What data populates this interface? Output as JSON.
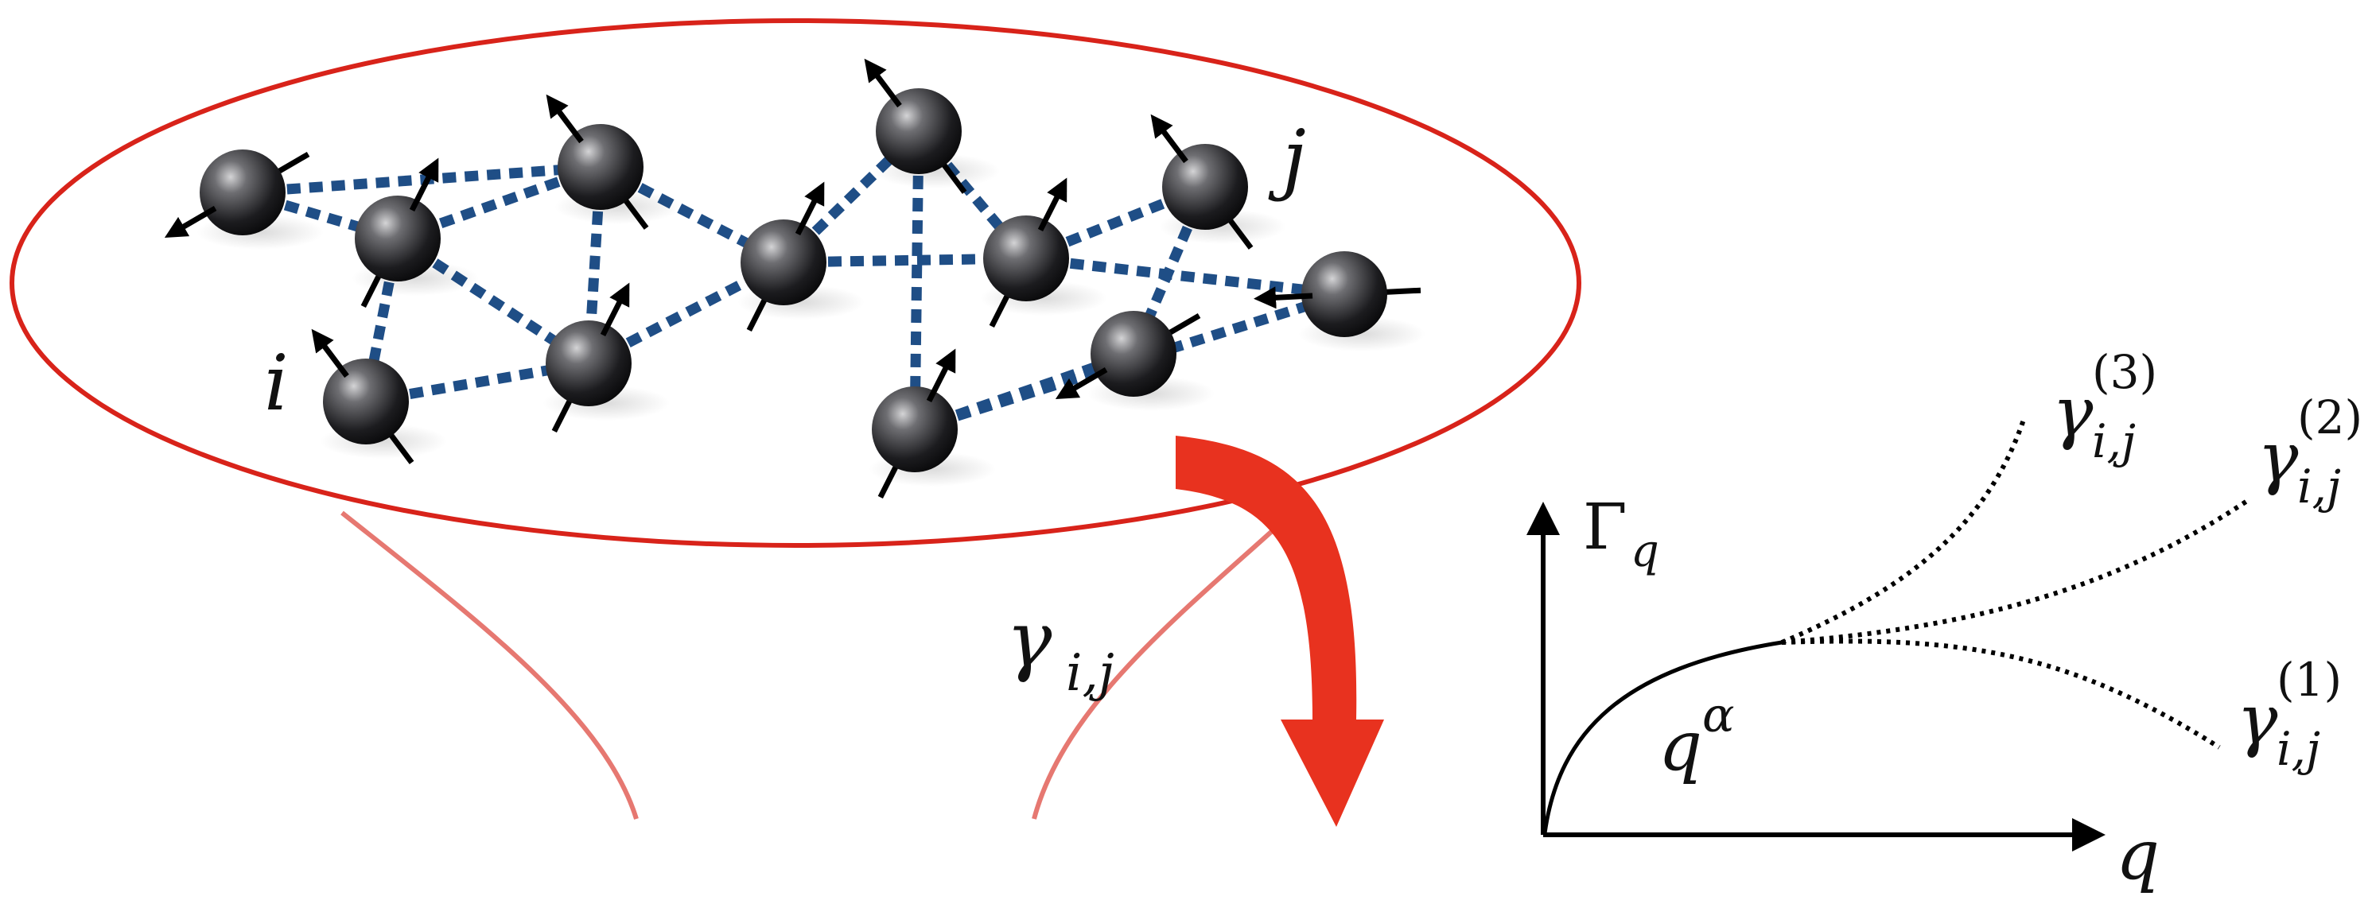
{
  "colors": {
    "background": "#ffffff",
    "ellipse": "#d8231a",
    "bond": "#1f4e86",
    "sphere_dark": "#0f0f12",
    "sphere_light": "#c9c9cc",
    "arrow": "#e8321f",
    "ink": "#000000"
  },
  "labels": {
    "site_i": "i",
    "site_j": "j",
    "gamma": "γ",
    "gamma_sub": "i,j",
    "axis_y_symbol": "Γ",
    "axis_y_sub": "q",
    "axis_x": "q",
    "power_base": "q",
    "power_exp": "α",
    "branch_sup": [
      "(3)",
      "(2)",
      "(1)"
    ]
  },
  "network": {
    "spins": [
      {
        "id": 1,
        "spin": "down-left"
      },
      {
        "id": 2,
        "spin": "up-right"
      },
      {
        "id": 3,
        "spin": "up-left"
      },
      {
        "id": 4,
        "spin": "up-left"
      },
      {
        "id": 5,
        "spin": "up-right"
      },
      {
        "id": 6,
        "spin": "up-right"
      },
      {
        "id": 7,
        "spin": "up-left"
      },
      {
        "id": 8,
        "spin": "up-right"
      },
      {
        "id": 9,
        "spin": "up-right"
      },
      {
        "id": 10,
        "spin": "up-left"
      },
      {
        "id": 11,
        "spin": "left"
      },
      {
        "id": 12,
        "spin": "down-left"
      }
    ],
    "bonds": [
      [
        1,
        2
      ],
      [
        1,
        3
      ],
      [
        3,
        2
      ],
      [
        3,
        5
      ],
      [
        3,
        6
      ],
      [
        2,
        4
      ],
      [
        2,
        5
      ],
      [
        4,
        5
      ],
      [
        5,
        6
      ],
      [
        6,
        7
      ],
      [
        6,
        8
      ],
      [
        7,
        8
      ],
      [
        7,
        9
      ],
      [
        8,
        10
      ],
      [
        8,
        11
      ],
      [
        9,
        12
      ],
      [
        10,
        12
      ],
      [
        9,
        11
      ]
    ]
  }
}
